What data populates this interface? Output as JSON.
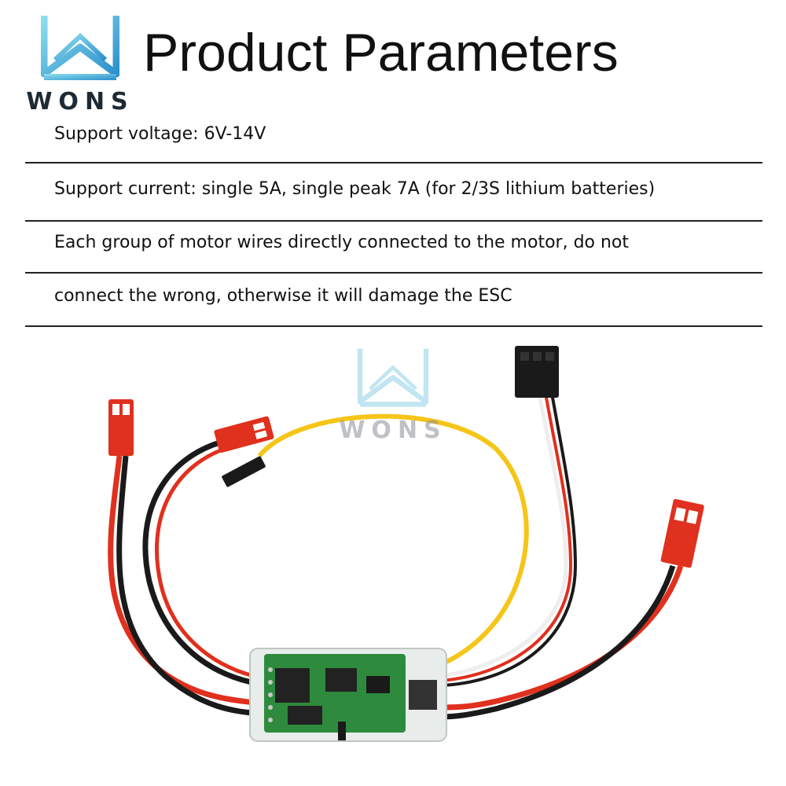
{
  "brand": {
    "name": "WONS",
    "accent_colors": [
      "#7fd3e6",
      "#2c9fd3"
    ]
  },
  "header": {
    "title": "Product Parameters"
  },
  "parameters": [
    "Support voltage: 6V-14V",
    "Support current: single 5A, single peak 7A (for 2/3S lithium batteries)",
    "Each group of motor wires directly connected to the motor, do not",
    "connect the wrong, otherwise it will damage the ESC"
  ],
  "product_image": {
    "subject": "brushed-esc-module",
    "wire_colors": {
      "red": "#e0301e",
      "black": "#1a1a1a",
      "yellow": "#f5c518",
      "white": "#eeeeee",
      "pcb": "#2e8b3e"
    }
  },
  "watermark": {
    "text": "WONS"
  }
}
